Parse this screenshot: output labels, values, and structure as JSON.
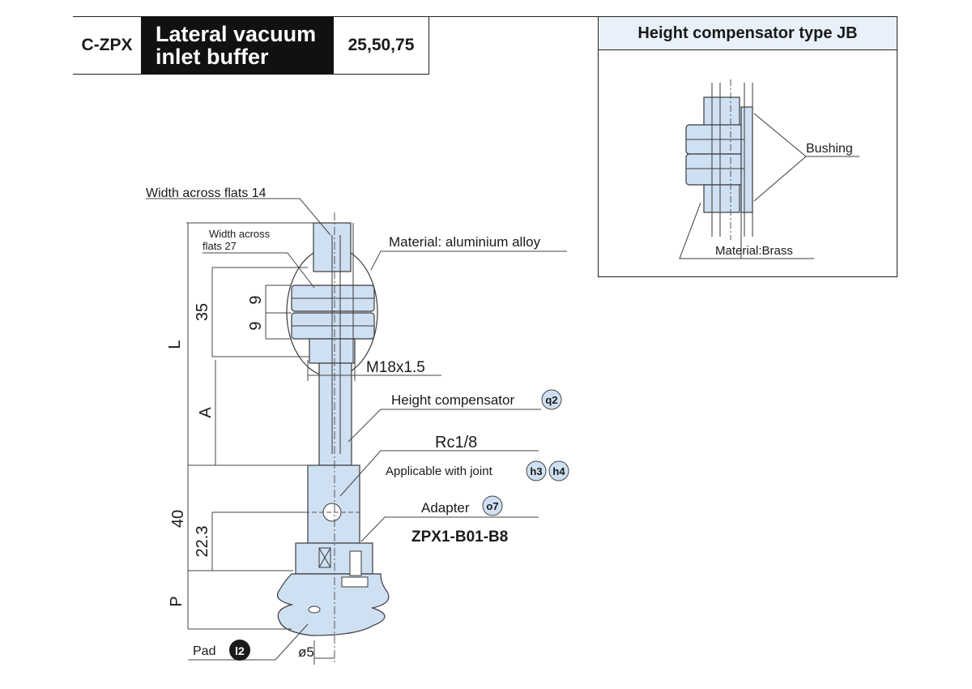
{
  "header": {
    "model_code": "C-ZPX",
    "title": "Lateral vacuum\ninlet buffer",
    "strokes": "25,50,75"
  },
  "inset": {
    "title": "Height compensator type JB",
    "labels": {
      "bushing": "Bushing",
      "material": "Material:Brass"
    }
  },
  "labels": {
    "width_across_flats_14": "Width across flats 14",
    "width_across_flats_27_line1": "Width across",
    "width_across_flats_27_line2": "flats 27",
    "material_aluminium": "Material: aluminium alloy",
    "thread": "M18x1.5",
    "height_compensator": "Height compensator",
    "port": "Rc1/8",
    "applicable_joint": "Applicable with joint",
    "adapter": "Adapter",
    "adapter_part": "ZPX1-B01-B8",
    "pad": "Pad",
    "diameter": "ø5"
  },
  "badges": {
    "q2": "q2",
    "h3": "h3",
    "h4": "h4",
    "o7": "o7",
    "pad": "l2"
  },
  "dimensions": {
    "L": "L",
    "A": "A",
    "P": "P",
    "d35": "35",
    "d9a": "9",
    "d9b": "9",
    "d40": "40",
    "d22_3": "22.3"
  },
  "colors": {
    "part_fill": "#cfe0f3",
    "part_stroke": "#3a3a3a",
    "badge_fill": "#cfe0f3",
    "inset_header": "#e8f1fa"
  }
}
